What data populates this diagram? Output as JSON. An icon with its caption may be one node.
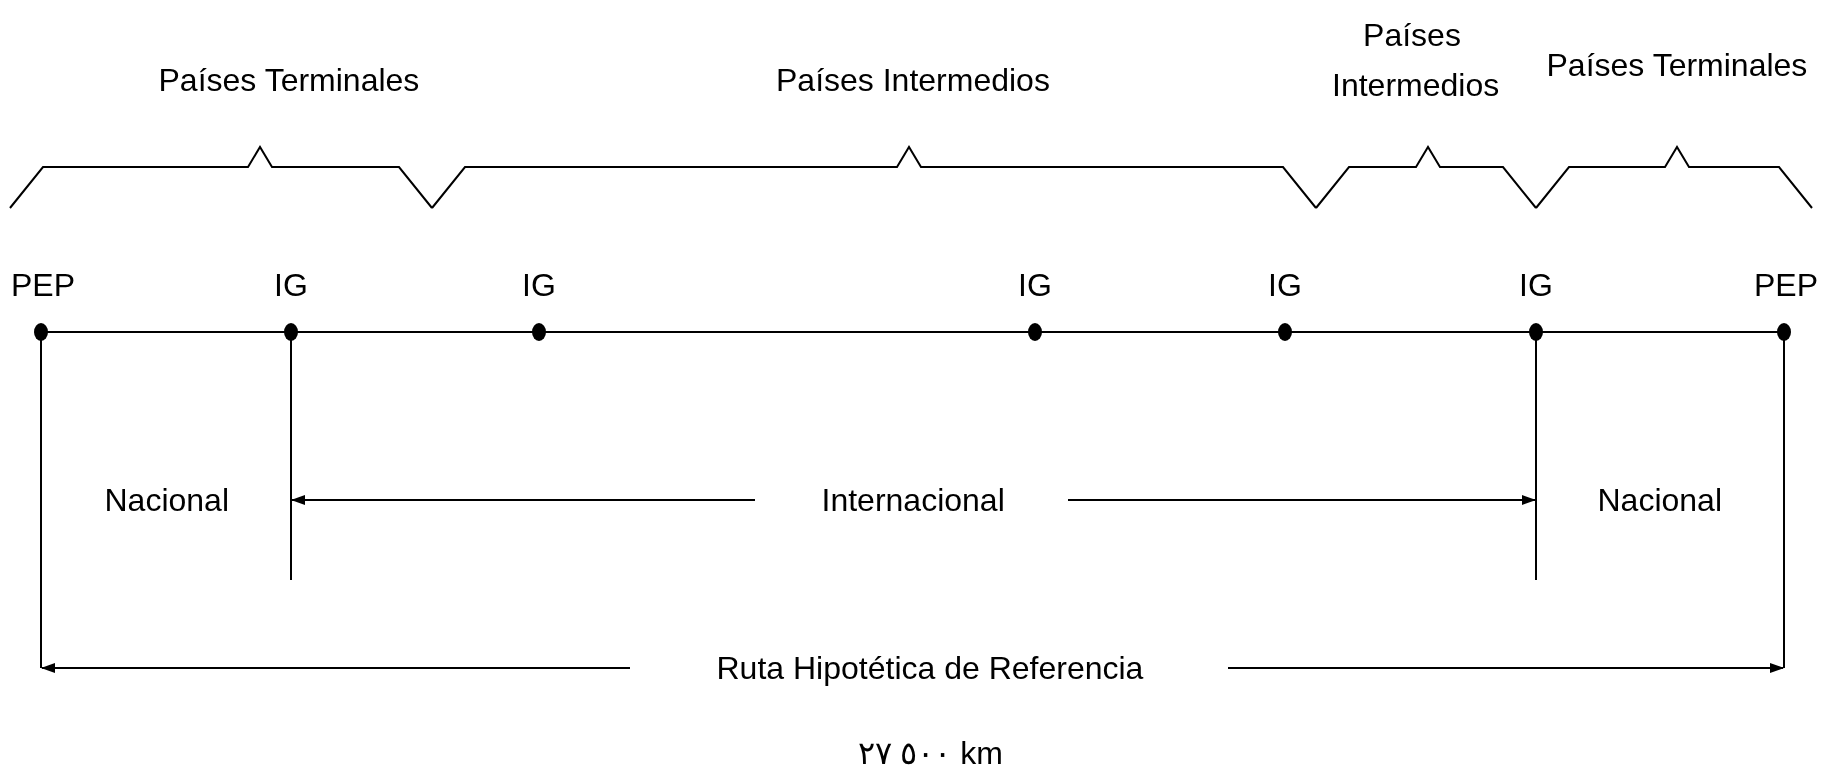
{
  "diagram": {
    "nodes": [
      {
        "text": [
          "PEP"
        ]
      },
      {
        "text": [
          "IG"
        ]
      },
      {
        "text": [
          "IG"
        ]
      },
      {
        "text": [
          "IG"
        ]
      },
      {
        "text": [
          "IG"
        ]
      },
      {
        "text": [
          "IG"
        ]
      },
      {
        "text": [
          "PEP"
        ]
      }
    ],
    "edges": [
      {
        "from": 0,
        "to": 1,
        "arrow": "none"
      },
      {
        "from": 1,
        "to": 2,
        "arrow": "none"
      },
      {
        "from": 2,
        "to": 3,
        "arrow": "none"
      },
      {
        "from": 3,
        "to": 4,
        "arrow": "none"
      },
      {
        "from": 4,
        "to": 5,
        "arrow": "none"
      },
      {
        "from": 5,
        "to": 6,
        "arrow": "none"
      }
    ],
    "labels": [
      "Países Terminales",
      "Países Intermedios",
      "Países Intermedios",
      "Países Terminales",
      "Nacional",
      "Internacional",
      "Nacional",
      "Ruta Hipotética de Referencia",
      "٢٧ ٥٠٠ km"
    ]
  }
}
